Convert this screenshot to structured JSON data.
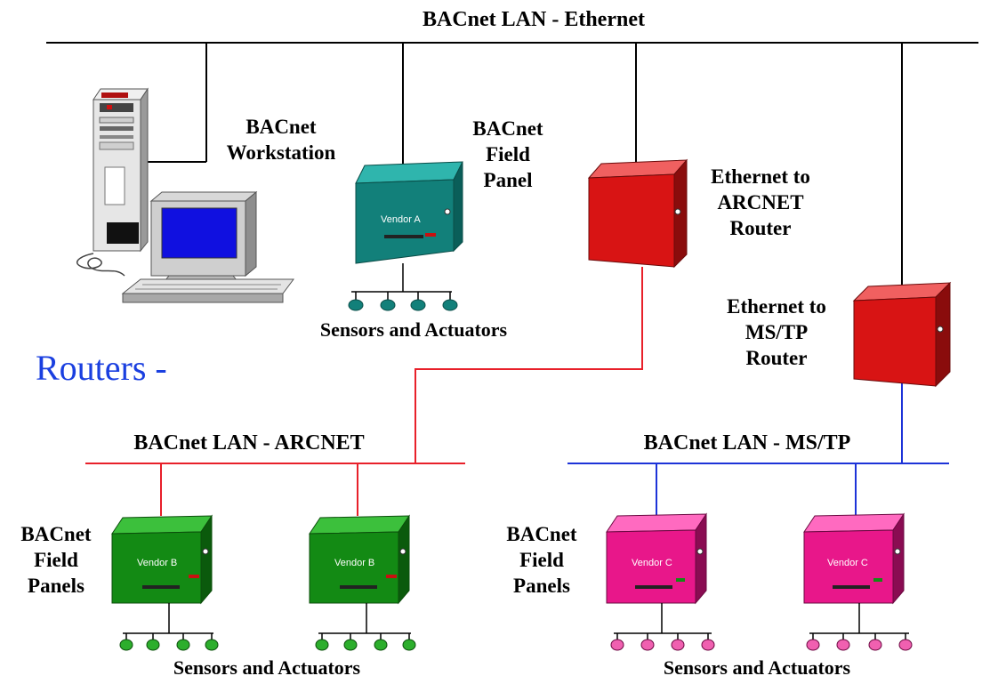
{
  "colors": {
    "ethernet_line": "#000000",
    "arcnet_line": "#e8202a",
    "mstp_line": "#1d33d8",
    "router_red": "#d81414",
    "panel_teal": "#12807a",
    "panel_green": "#138a14",
    "panel_pink": "#e8178a",
    "routers_text": "#1a3fe0"
  },
  "networks": {
    "ethernet": "BACnet LAN - Ethernet",
    "arcnet": "BACnet LAN - ARCNET",
    "mstp": "BACnet LAN - MS/TP"
  },
  "routers_heading": "Routers -",
  "devices": {
    "workstation": {
      "label_lines": [
        "BACnet",
        "Workstation"
      ]
    },
    "field_panel_a": {
      "label_lines": [
        "BACnet",
        "Field",
        "Panel"
      ],
      "vendor": "Vendor A",
      "sensors": "Sensors and Actuators"
    },
    "router_arcnet": {
      "label_lines": [
        "Ethernet to",
        "ARCNET",
        "Router"
      ]
    },
    "router_mstp": {
      "label_lines": [
        "Ethernet to",
        "MS/TP",
        "Router"
      ]
    },
    "arcnet_panels": {
      "label_lines": [
        "BACnet",
        "Field",
        "Panels"
      ],
      "vendor": "Vendor B",
      "sensors": "Sensors and Actuators"
    },
    "mstp_panels": {
      "label_lines": [
        "BACnet",
        "Field",
        "Panels"
      ],
      "vendor": "Vendor C",
      "sensors": "Sensors and Actuators"
    }
  }
}
